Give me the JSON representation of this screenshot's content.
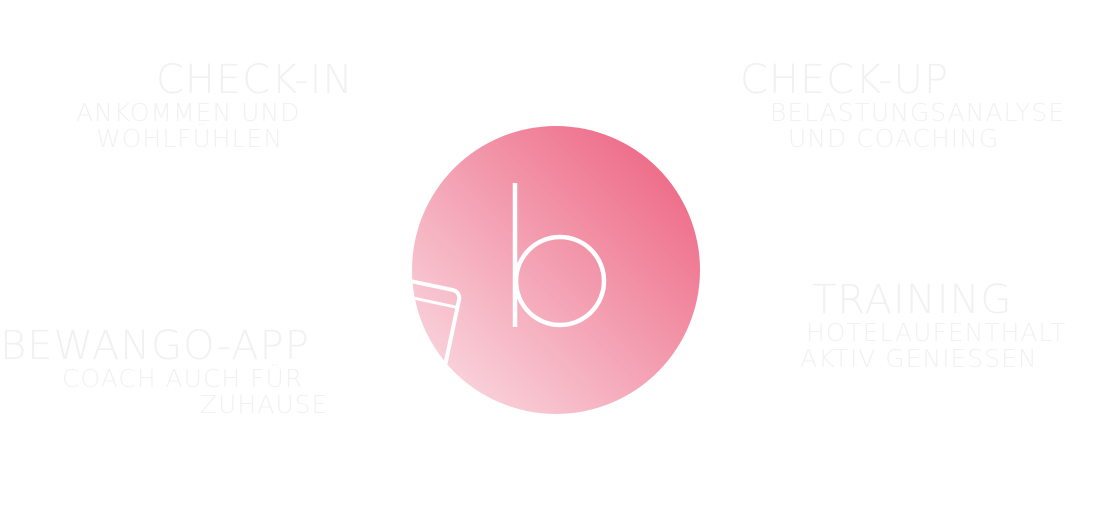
{
  "colors": {
    "circle_top_right": "#ec5b7a",
    "circle_bottom_left": "#fbe3e9",
    "feature_text": "#f1f1f3",
    "glyph": "#ffffff"
  },
  "logo": {
    "letter": "b",
    "icon": "smartphone-icon"
  },
  "features": {
    "checkin": {
      "title": "CHECK-IN",
      "line1": "ANKOMMEN UND",
      "line2": "WOHLFÜHLEN"
    },
    "checkup": {
      "title": "CHECK-UP",
      "line1": "BELASTUNGSANALYSE",
      "line2": "UND COACHING"
    },
    "app": {
      "title": "BEWANGO-APP",
      "line1": "COACH AUCH FÜR",
      "line2": "ZUHAUSE"
    },
    "training": {
      "title": "TRAINING",
      "line1": "HOTELAUFENTHALT",
      "line2": "AKTIV GENIESSEN"
    }
  }
}
